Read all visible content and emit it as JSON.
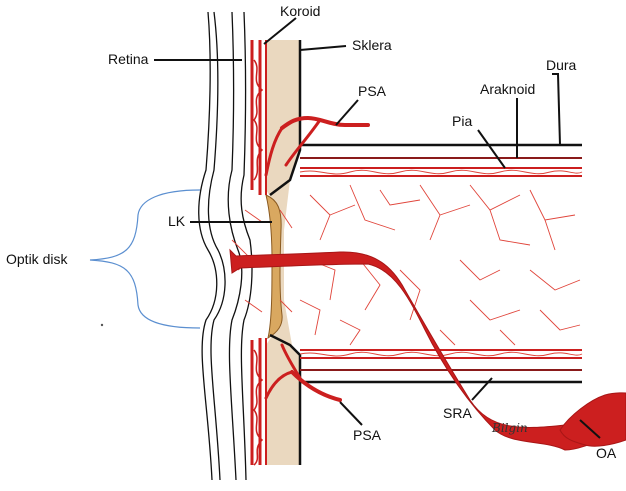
{
  "labels": {
    "koroid": "Koroid",
    "retina": "Retina",
    "sklera": "Sklera",
    "dura": "Dura",
    "psa_top": "PSA",
    "araknoid": "Araknoid",
    "pia": "Pia",
    "lk": "LK",
    "optik_disk": "Optik disk",
    "sra": "SRA",
    "psa_bottom": "PSA",
    "oa": "OA"
  },
  "signature": "Bilgin",
  "colors": {
    "vessel": "#cc1f1f",
    "vessel_fine": "#e0443a",
    "sclera_fill": "#ead8bf",
    "lamina": "#d9a860",
    "outline": "#111111",
    "pia": "#8a1a1a",
    "bracket": "#5b8fd0"
  }
}
